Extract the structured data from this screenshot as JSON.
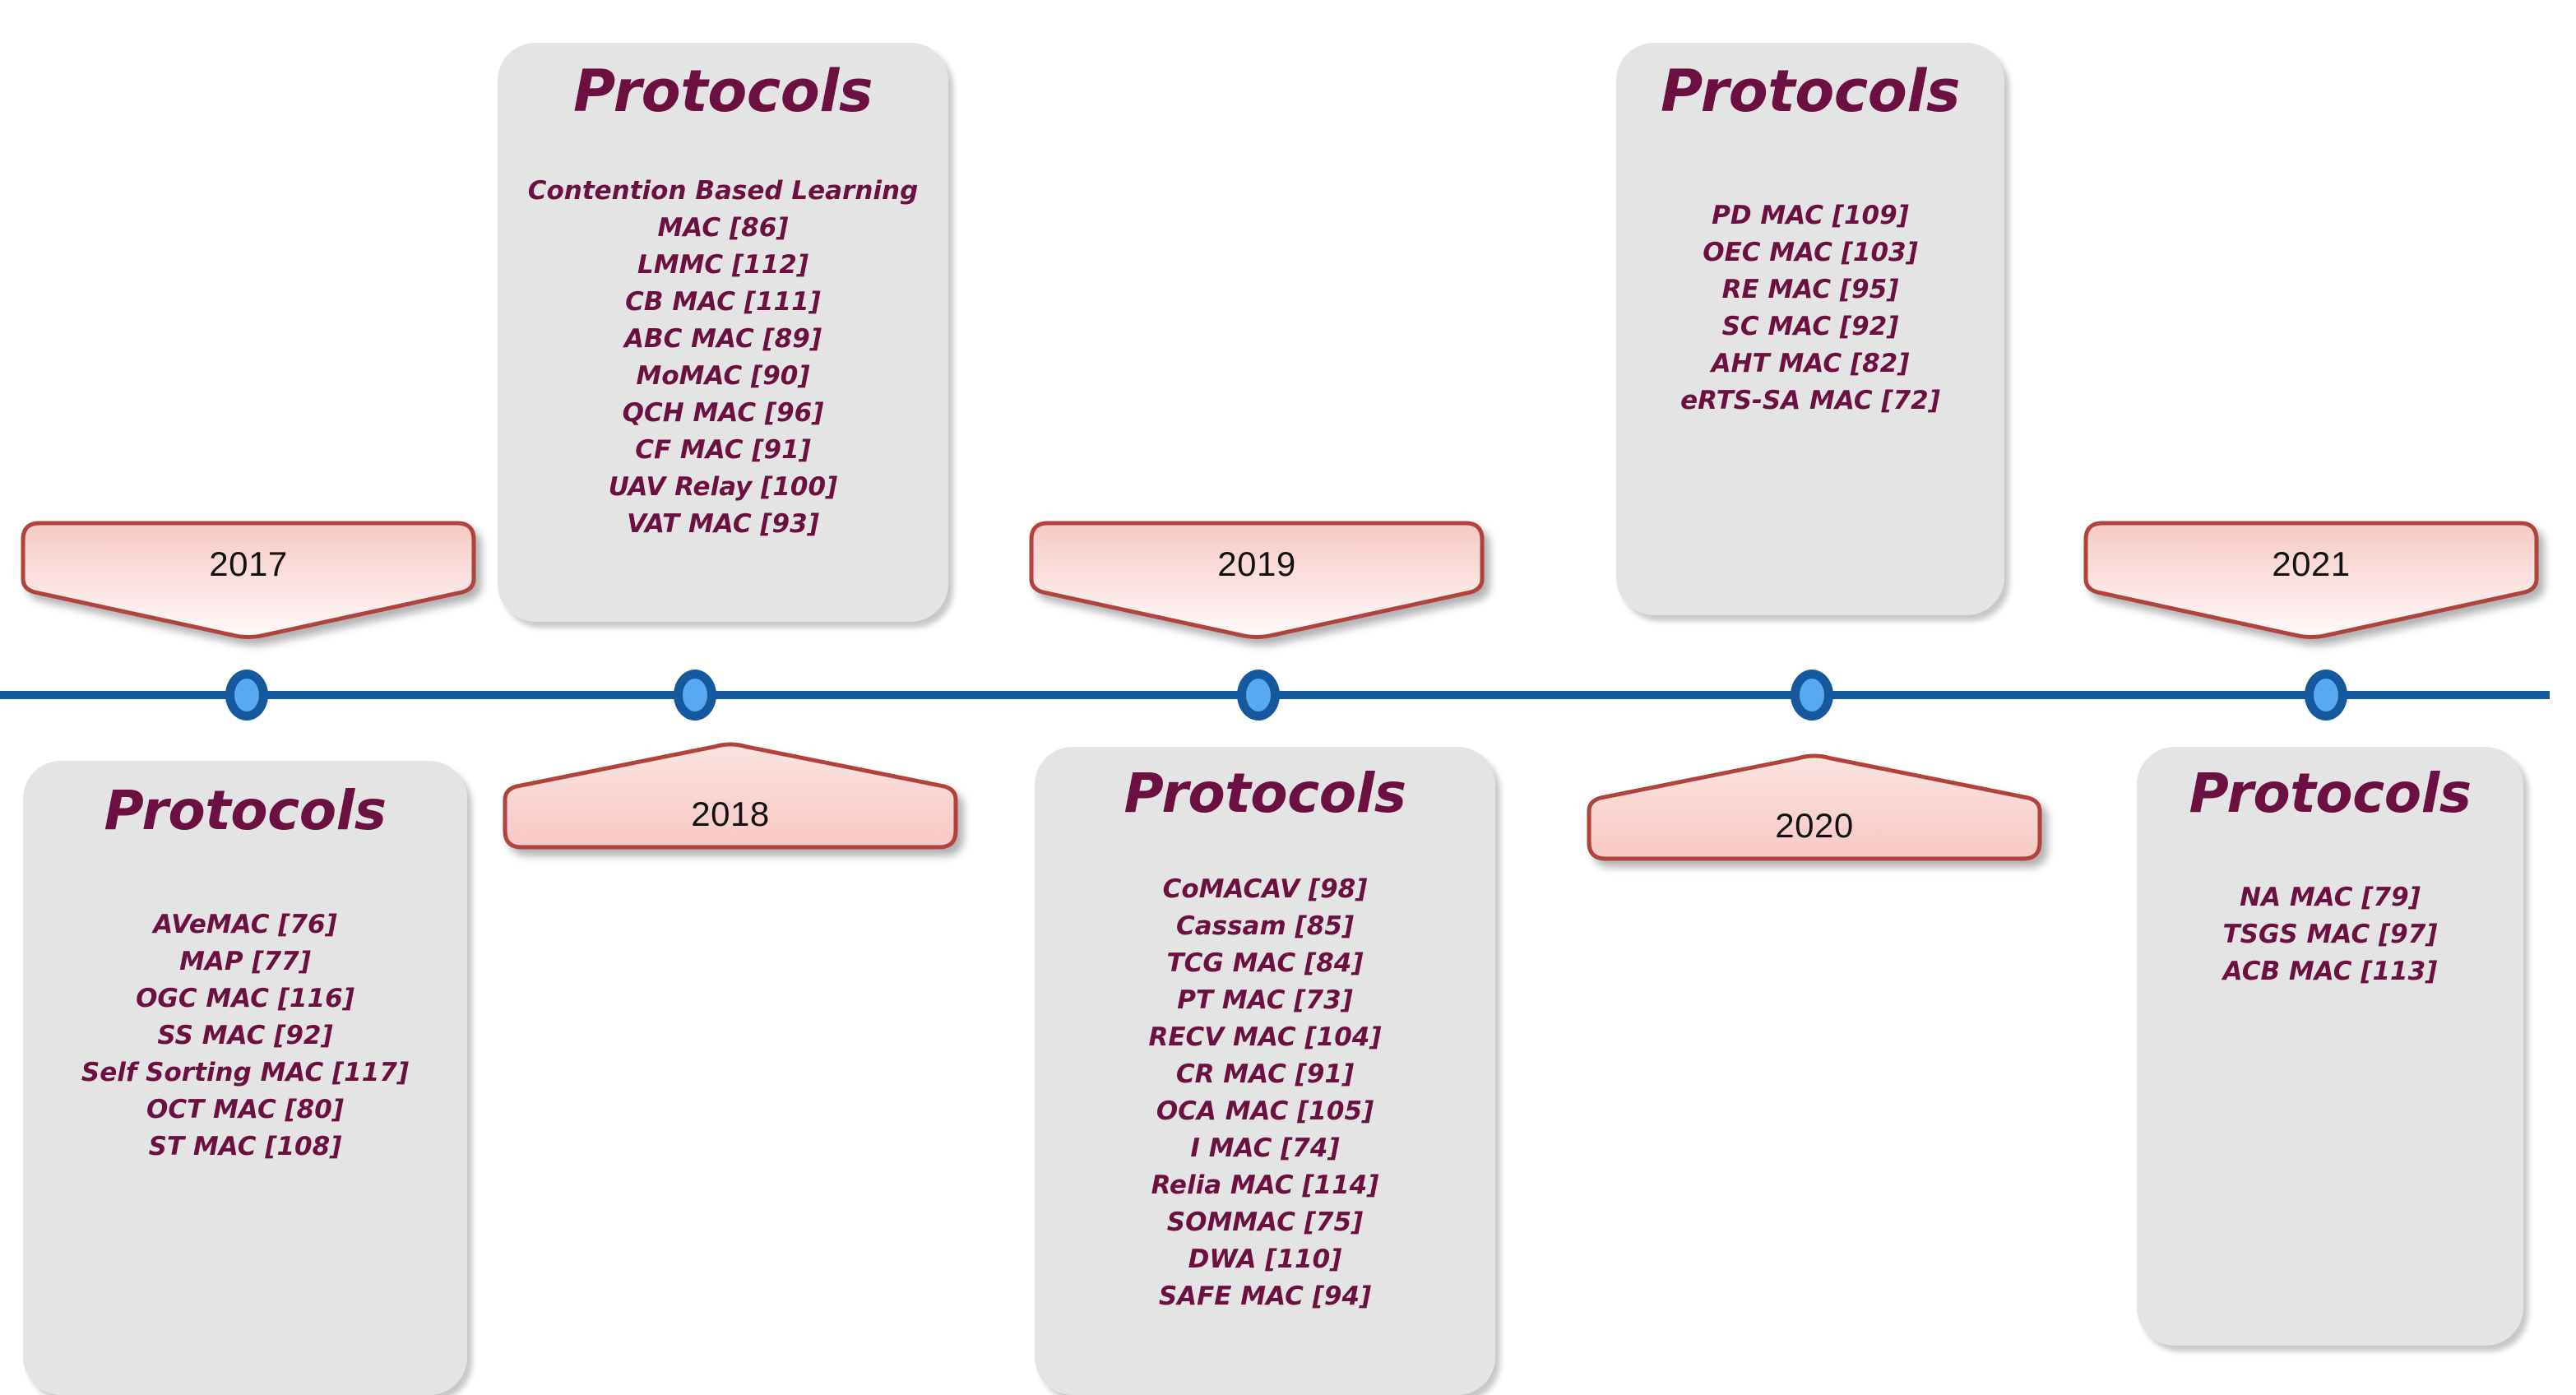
{
  "diagram": {
    "title_text": "Protocols",
    "colors": {
      "axis": "#15589e",
      "node_fill": "#57a9f2",
      "node_ring": "#15589e",
      "card_bg": "#e4e4e4",
      "card_text": "#6b1040",
      "badge_fill_top": "#f6ccc9",
      "badge_fill_bottom": "#fdf1f0",
      "badge_border": "#b0433c",
      "badge_text": "#121212"
    },
    "years": [
      {
        "label": "2017",
        "direction": "down"
      },
      {
        "label": "2018",
        "direction": "up"
      },
      {
        "label": "2019",
        "direction": "down"
      },
      {
        "label": "2020",
        "direction": "up"
      },
      {
        "label": "2021",
        "direction": "down"
      }
    ],
    "cards": [
      {
        "year": "2017",
        "position": "below",
        "title": "Protocols",
        "items": [
          "AVeMAC [76]",
          "MAP [77]",
          "OGC MAC [116]",
          "SS MAC [92]",
          "Self Sorting MAC [117]",
          "OCT MAC [80]",
          "ST MAC [108]"
        ]
      },
      {
        "year": "2018",
        "position": "above",
        "title": "Protocols",
        "items": [
          "Contention Based Learning",
          "MAC [86]",
          "LMMC [112]",
          "CB MAC [111]",
          "ABC MAC [89]",
          "MoMAC [90]",
          "QCH MAC [96]",
          "CF MAC [91]",
          "UAV Relay [100]",
          "VAT MAC [93]"
        ]
      },
      {
        "year": "2019",
        "position": "below",
        "title": "Protocols",
        "items": [
          "CoMACAV [98]",
          "Cassam [85]",
          "TCG MAC [84]",
          "PT MAC [73]",
          "RECV MAC [104]",
          "CR MAC [91]",
          "OCA MAC [105]",
          "I MAC [74]",
          "Relia MAC [114]",
          "SOMMAC [75]",
          "DWA [110]",
          "SAFE MAC [94]"
        ]
      },
      {
        "year": "2020",
        "position": "above",
        "title": "Protocols",
        "items": [
          "PD MAC [109]",
          "OEC MAC [103]",
          "RE MAC [95]",
          "SC MAC [92]",
          "AHT MAC [82]",
          "eRTS-SA MAC [72]"
        ]
      },
      {
        "year": "2021",
        "position": "below",
        "title": "Protocols",
        "items": [
          "NA MAC [79]",
          "TSGS MAC [97]",
          "ACB MAC [113]"
        ]
      }
    ]
  }
}
